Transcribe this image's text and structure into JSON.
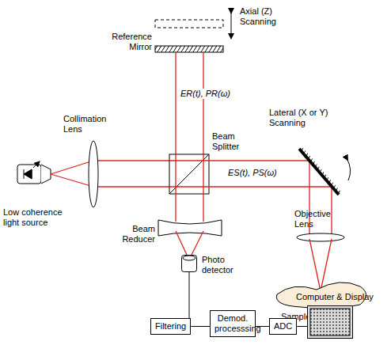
{
  "diagram": {
    "nodes": [
      {
        "text": [
          "Photo detector"
        ]
      },
      {
        "text": [
          "Filtering"
        ]
      },
      {
        "text": [
          "Demod. processsing"
        ]
      },
      {
        "text": [
          "ADC"
        ]
      },
      {
        "text": [
          "Computer & Display"
        ]
      }
    ],
    "edges": [
      {
        "from": 0,
        "to": 1,
        "arrow": "none"
      },
      {
        "from": 1,
        "to": 2,
        "arrow": "none"
      },
      {
        "from": 2,
        "to": 3,
        "arrow": "none"
      },
      {
        "from": 3,
        "to": 4,
        "arrow": "none"
      }
    ],
    "labels": [
      "Axial (Z) Scanning",
      "Reference Mirror",
      "ER(t), PR(ω)",
      "Collimation Lens",
      "Beam Splitter",
      "Low coherence light source",
      "Lateral (X or Y) Scanning",
      "ES(t), PS(ω)",
      "Objective Lens",
      "Sample under test",
      "Beam Reducer"
    ]
  }
}
